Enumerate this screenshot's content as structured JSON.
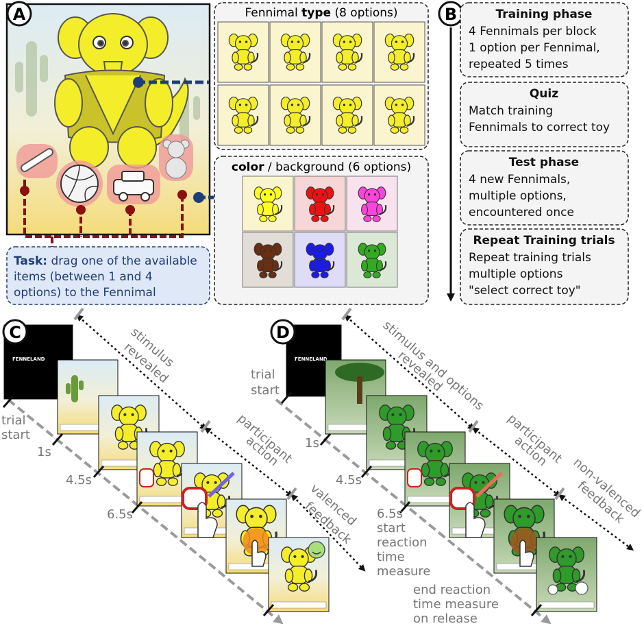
{
  "panels": {
    "a": {
      "letter": "A",
      "type_box": {
        "title_prefix": "Fennimal ",
        "title_bold": "type",
        "title_suffix": " (8 options)"
      },
      "color_box": {
        "title_bold": "color",
        "title_suffix": " / background (6 options)",
        "swatches": [
          "#ffff22",
          "#ee1111",
          "#ff44dd",
          "#6a2e12",
          "#1a1aee",
          "#33aa22"
        ],
        "backgrounds": [
          "#fbf5cf",
          "#f6d6d6",
          "#f7e2ee",
          "#e3ddd8",
          "#dedcf6",
          "#dce8d6"
        ]
      },
      "task": {
        "bold": "Task:",
        "line1": " drag one of the available",
        "line2": "items (between 1 and 4",
        "line3": "options) to the Fennimal"
      }
    },
    "b": {
      "letter": "B",
      "phases": [
        {
          "title": "Training phase",
          "lines": [
            "4 Fennimals per block",
            "1 option per Fennimal,",
            "repeated 5 times"
          ]
        },
        {
          "title": "Quiz",
          "lines": [
            "Match training",
            "Fennimals to correct toy"
          ]
        },
        {
          "title": "Test phase",
          "lines": [
            "4 new Fennimals,",
            "multiple options,",
            "encountered once"
          ]
        },
        {
          "title": "Repeat Training trials",
          "lines": [
            "Repeat training trials",
            "multiple options",
            "\"select correct toy\""
          ]
        }
      ]
    },
    "c": {
      "letter": "C",
      "splash": "FENNELAND",
      "times": [
        "trial",
        "start",
        "1s",
        "4.5s",
        "6.5s"
      ],
      "phases": [
        "stimulus",
        "revealed",
        "participant",
        "action",
        "valenced",
        "feedback"
      ]
    },
    "d": {
      "letter": "D",
      "splash": "FENNELAND",
      "times": [
        "trial",
        "start",
        "1s",
        "4.5s",
        "6.5s",
        "start",
        "reaction",
        "time",
        "measure"
      ],
      "phases": [
        "stimulus and options",
        "revealed",
        "participant",
        "action",
        "non-valenced",
        "feedback"
      ],
      "end_note": [
        "end reaction",
        "time measure",
        "on release"
      ]
    }
  },
  "colors": {
    "fennimal_yellow": "#f4ee2a",
    "task_blue": "#dfe8f7",
    "dark_red": "#8b1010",
    "connector_blue": "#1e3e78",
    "arrow_blue": "#6f63e8",
    "arrow_red": "#ee6b5d"
  }
}
